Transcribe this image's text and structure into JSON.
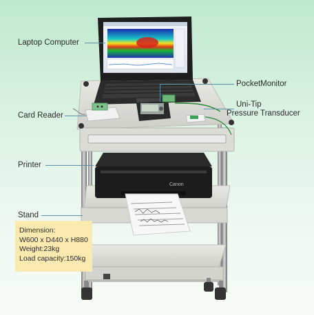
{
  "labels": {
    "laptop": "Laptop Computer",
    "card_reader": "Card Reader",
    "printer": "Printer",
    "stand": "Stand",
    "pocket_monitor": "PocketMonitor",
    "transducer_line1": "Uni-Tip",
    "transducer_line2": "Pressure Transducer"
  },
  "specs": {
    "dimension_title": "Dimension:",
    "dimension_value": "W600 x D440 x H880",
    "weight": "Weight:23kg",
    "load_capacity": "Load capacity:150kg"
  },
  "printer_brand": "Canon",
  "colors": {
    "leader": "#5a8ea8",
    "spec_box": "#fbeab0",
    "cart_body": "#dcdcd6",
    "printer_body": "#1c1c1c"
  }
}
